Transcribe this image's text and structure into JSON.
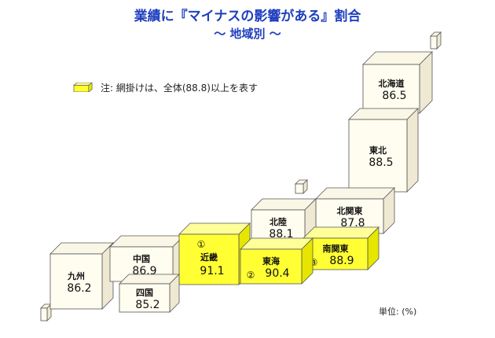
{
  "title": "業績に『マイナスの影響がある』割合",
  "subtitle": "～ 地域別 ～",
  "legend_label": "注: 網掛けは、全体(88.8)以上を表す",
  "unit_label": "単位: (%)",
  "colors": {
    "highlight_face": "#ffff33",
    "highlight_side": "#e6e600",
    "highlight_top": "#ffff99",
    "normal_face": "#fffdf0",
    "normal_side": "#efe9d4",
    "normal_top": "#fbf7e6",
    "outline": "#555555",
    "title": "#1f3fbf"
  },
  "chart_data": {
    "type": "table",
    "title": "業績に『マイナスの影響がある』割合",
    "subtitle": "～ 地域別 ～",
    "overall": 88.8,
    "regions": [
      {
        "name": "北海道",
        "value": 86.5,
        "highlight": false,
        "rank": ""
      },
      {
        "name": "東北",
        "value": 88.5,
        "highlight": false,
        "rank": ""
      },
      {
        "name": "北関東",
        "value": 87.8,
        "highlight": false,
        "rank": ""
      },
      {
        "name": "北陸",
        "value": 88.1,
        "highlight": false,
        "rank": ""
      },
      {
        "name": "南関東",
        "value": 88.9,
        "highlight": true,
        "rank": "③"
      },
      {
        "name": "東海",
        "value": 90.4,
        "highlight": true,
        "rank": "②"
      },
      {
        "name": "近畿",
        "value": 91.1,
        "highlight": true,
        "rank": "①"
      },
      {
        "name": "中国",
        "value": 86.9,
        "highlight": false,
        "rank": ""
      },
      {
        "name": "四国",
        "value": 85.2,
        "highlight": false,
        "rank": ""
      },
      {
        "name": "九州",
        "value": 86.2,
        "highlight": false,
        "rank": ""
      }
    ]
  }
}
